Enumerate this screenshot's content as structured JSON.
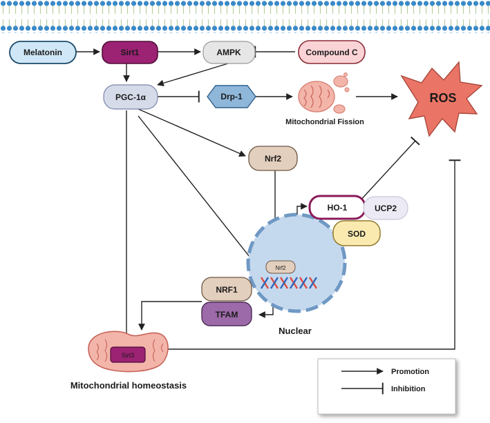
{
  "nodes": {
    "melatonin": "Melatonin",
    "sirt1": "Sirt1",
    "ampk": "AMPK",
    "compound_c": "Compound C",
    "pgc1a": "PGC-1α",
    "drp1": "Drp-1",
    "ros": "ROS",
    "nrf2": "Nrf2",
    "nrf2_small": "Nrf2",
    "ho1": "HO-1",
    "ucp2": "UCP2",
    "sod": "SOD",
    "nrf1": "NRF1",
    "tfam": "TFAM",
    "sirt3": "Sirt3"
  },
  "labels": {
    "mito_fission": "Mitochondrial Fission",
    "nuclear": "Nuclear",
    "mito_homeostasis": "Mitochondrial homeostasis"
  },
  "legend": {
    "promotion": "Promotion",
    "inhibition": "Inhibition"
  },
  "colors": {
    "melatonin": "#cfe7f6",
    "sirt1": "#9c2273",
    "ampk": "#e6e6e6",
    "compound_c": "#f9d3d6",
    "pgc1a": "#d6dbea",
    "drp1": "#8fb7da",
    "ros": "#ea7566",
    "nrf2": "#e3cfbd",
    "nucleus": "#c5d9ee",
    "ho1_border": "#8a1a5a",
    "sod": "#fbeab0",
    "tfam": "#9c6aa9",
    "mito": "#f3b5a9"
  }
}
